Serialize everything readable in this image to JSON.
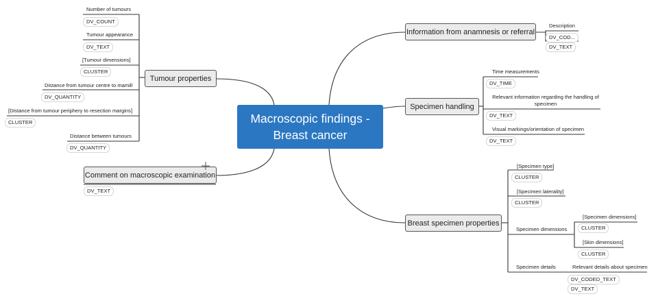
{
  "root": {
    "line1": "Macroscopic findings -",
    "line2": "Breast cancer"
  },
  "tumour": {
    "title": "Tumour properties",
    "number_label": "Number of tumours",
    "number_type": "DV_COUNT",
    "appearance_label": "Tumour appearance",
    "appearance_type": "DV_TEXT",
    "dimensions_label": "[Tumour dimensions]",
    "dimensions_type": "CLUSTER",
    "mamill_label": "Distance from tumour centre to mamill",
    "mamill_type": "DV_QUANTITY",
    "periphery_label": "[Distance from tumour periphery to resection margins]",
    "periphery_type": "CLUSTER",
    "between_label": "Distance between tumours",
    "between_type": "DV_QUANTITY"
  },
  "comment": {
    "title": "Comment on macroscopic examination",
    "type": "DV_TEXT"
  },
  "anamnesis": {
    "title": "Information from anamnesis or referral",
    "description_label": "Description",
    "coded_type": "DV_COD...",
    "text_type": "DV_TEXT"
  },
  "handling": {
    "title": "Specimen handling",
    "time_label": "Time measurements",
    "time_type": "DV_TIME",
    "relevant_label": "Relevant information regarding the handling of specimen",
    "relevant_type": "DV_TEXT",
    "visual_label": "Visual markings/orientation of specimen",
    "visual_type": "DV_TEXT"
  },
  "breast": {
    "title": "Breast specimen properties",
    "type_label": "[Specimen type]",
    "type_type": "CLUSTER",
    "laterality_label": "[Specimen laterality]",
    "laterality_type": "CLUSTER",
    "dimensions_label": "Specimen dimensions",
    "spec_dim_label": "[Specimen dimensions]",
    "spec_dim_type": "CLUSTER",
    "skin_dim_label": "[Skin dimensions]",
    "skin_dim_type": "CLUSTER",
    "details_label": "Specimen details",
    "relevant_details_label": "Relevant details about specimen",
    "coded_type": "DV_CODED_TEXT",
    "text_type": "DV_TEXT"
  },
  "colors": {
    "root_fill": "#2b77c1",
    "branch_fill": "#ebebeb",
    "line": "#333333"
  }
}
